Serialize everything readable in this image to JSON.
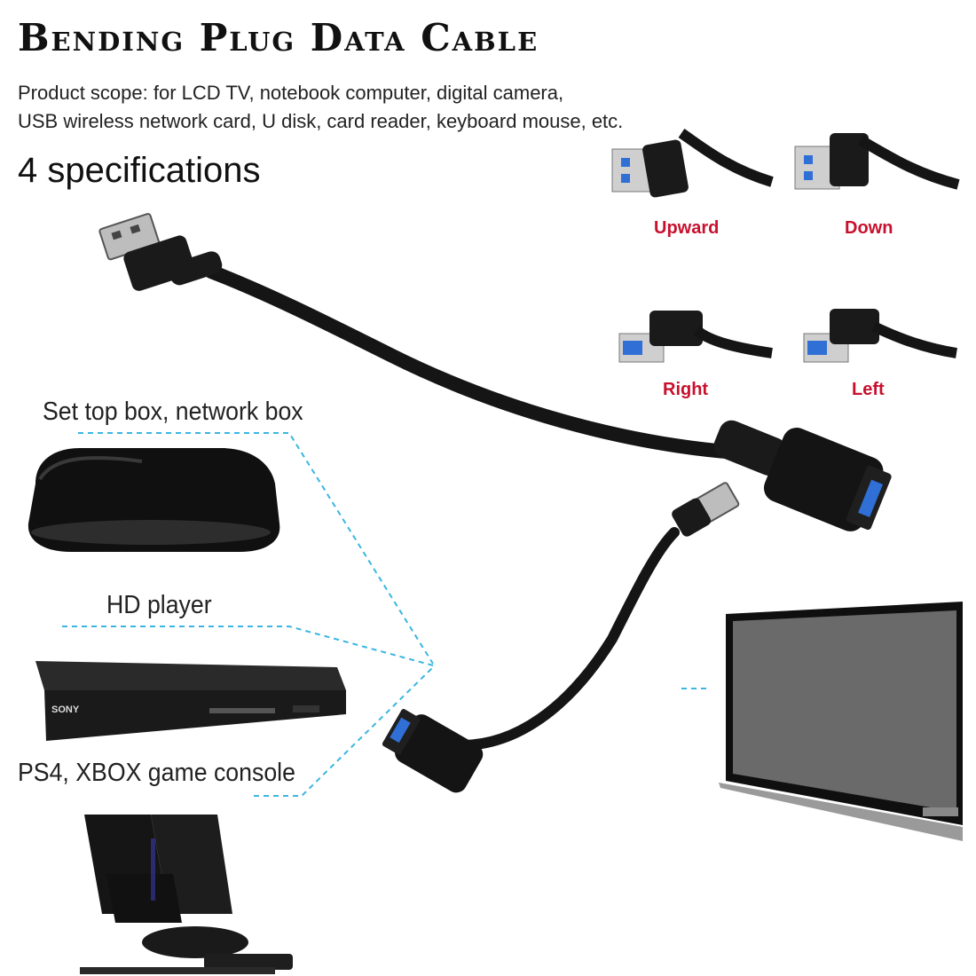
{
  "title": "Bending Plug Data Cable",
  "product_scope": {
    "line1": "Product scope: for LCD TV, notebook computer, digital camera,",
    "line2": "USB wireless network card, U disk, card reader, keyboard mouse, etc."
  },
  "specs_heading": "4 specifications",
  "specifications": {
    "upward": "Upward",
    "down": "Down",
    "right": "Right",
    "left": "Left"
  },
  "devices": {
    "set_top": "Set top box, network box",
    "hd_player": "HD player",
    "game_console": "PS4, XBOX game console",
    "player_brand": "SONY"
  },
  "colors": {
    "spec_label": "#c8102e",
    "connector_line": "#3ab6e0",
    "cable": "#151515",
    "usb_blue": "#2f6fd6"
  }
}
